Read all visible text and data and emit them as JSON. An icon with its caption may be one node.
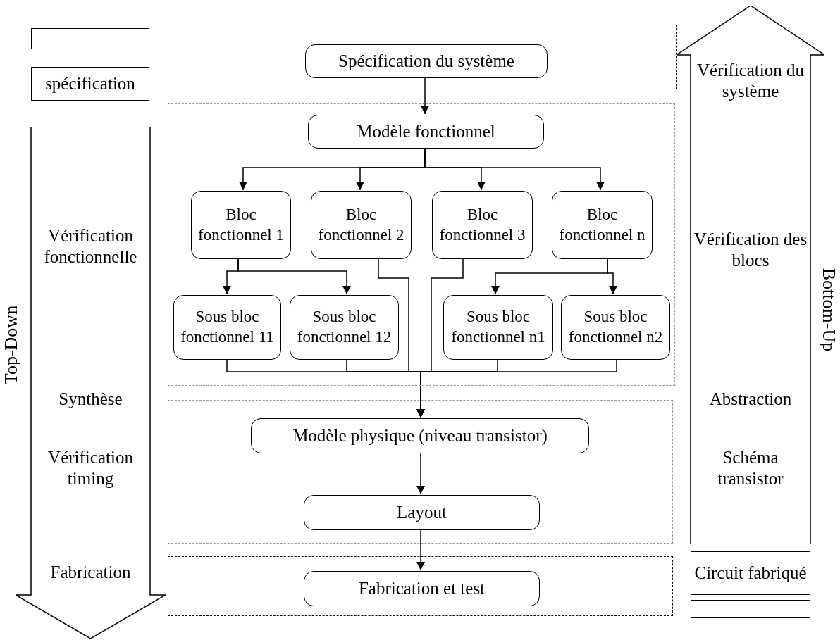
{
  "diagram": {
    "nodes": [
      {
        "text": [],
        "shape": "box"
      },
      {
        "text": [
          "spécification"
        ]
      },
      {
        "text": [
          "Vérification fonctionnelle",
          "Synthèse",
          "Vérification timing",
          "Fabrication"
        ],
        "beside": [
          "Top-Down"
        ]
      },
      {
        "text": [],
        "shape": "box"
      },
      {
        "text": [
          "Spécification du système"
        ],
        "in": 3
      },
      {
        "text": [],
        "shape": "box"
      },
      {
        "text": [
          "Modèle fonctionnel"
        ],
        "in": 5
      },
      {
        "text": [
          "Bloc fonctionnel 1"
        ],
        "in": 5
      },
      {
        "text": [
          "Bloc fonctionnel 2"
        ],
        "in": 5
      },
      {
        "text": [
          "Bloc fonctionnel 3"
        ],
        "in": 5
      },
      {
        "text": [
          "Bloc fonctionnel n"
        ],
        "in": 5
      },
      {
        "text": [
          "Sous bloc fonctionnel 11"
        ],
        "in": 5
      },
      {
        "text": [
          "Sous bloc fonctionnel 12"
        ],
        "in": 5
      },
      {
        "text": [
          "Sous bloc fonctionnel n1"
        ],
        "in": 5
      },
      {
        "text": [
          "Sous bloc fonctionnel n2"
        ],
        "in": 5
      },
      {
        "text": [],
        "shape": "box"
      },
      {
        "text": [
          "Modèle physique (niveau transistor)"
        ],
        "in": 15
      },
      {
        "text": [
          "Layout"
        ],
        "in": 15
      },
      {
        "text": [],
        "shape": "box"
      },
      {
        "text": [
          "Fabrication et test"
        ],
        "in": 18
      },
      {
        "text": [
          "Vérification du système",
          "Vérification des blocs",
          "Abstraction",
          "Schéma transistor"
        ],
        "beside": [
          "Bottom-Up"
        ]
      },
      {
        "text": [
          "Circuit fabriqué"
        ]
      },
      {
        "text": [],
        "shape": "box"
      }
    ],
    "edges": [
      {
        "from": 4,
        "to": 6,
        "arrow": "to"
      },
      {
        "from": 6,
        "to": 7,
        "arrow": "to"
      },
      {
        "from": 6,
        "to": 8,
        "arrow": "to"
      },
      {
        "from": 6,
        "to": 9,
        "arrow": "to"
      },
      {
        "from": 6,
        "to": 10,
        "arrow": "to"
      },
      {
        "from": 7,
        "to": 11,
        "arrow": "to"
      },
      {
        "from": 7,
        "to": 12,
        "arrow": "to"
      },
      {
        "from": 10,
        "to": 13,
        "arrow": "to"
      },
      {
        "from": 10,
        "to": 14,
        "arrow": "to"
      },
      {
        "from": 11,
        "to": 16,
        "arrow": "to"
      },
      {
        "from": 12,
        "to": 16,
        "arrow": "to"
      },
      {
        "from": 8,
        "to": 16,
        "arrow": "to"
      },
      {
        "from": 9,
        "to": 16,
        "arrow": "to"
      },
      {
        "from": 13,
        "to": 16,
        "arrow": "to"
      },
      {
        "from": 14,
        "to": 16,
        "arrow": "to"
      },
      {
        "from": 16,
        "to": 17,
        "arrow": "to"
      },
      {
        "from": 17,
        "to": 19,
        "arrow": "to"
      }
    ]
  }
}
